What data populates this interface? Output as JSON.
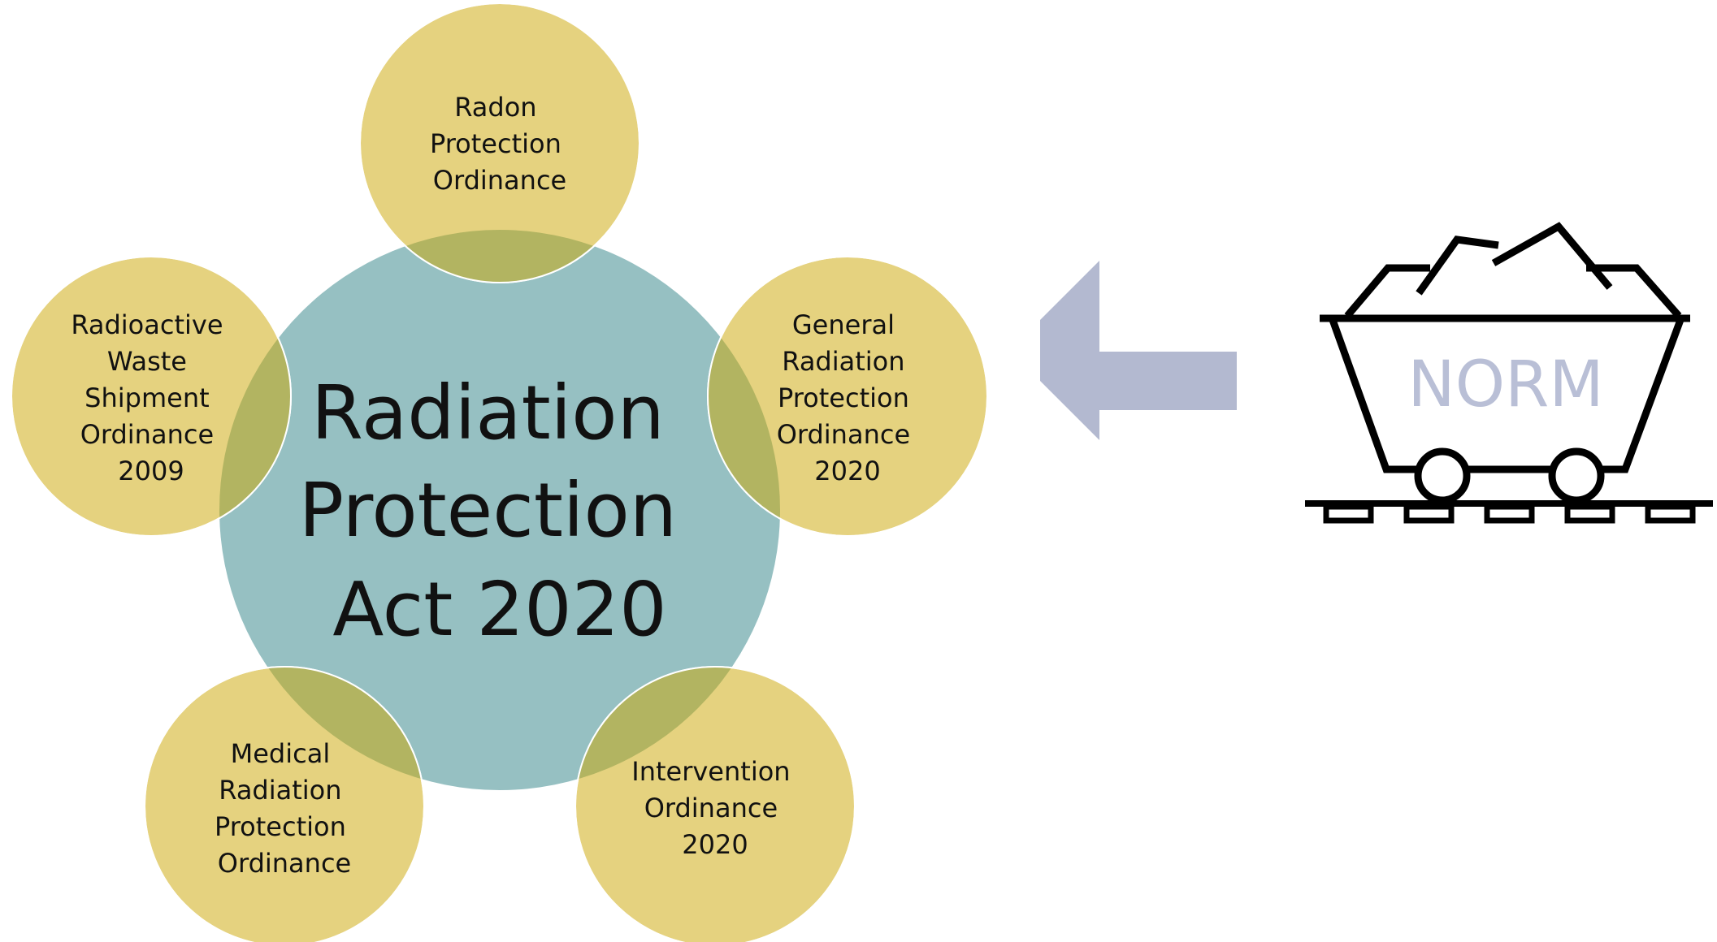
{
  "diagram": {
    "center": {
      "lines": [
        "Radiation",
        "Protection",
        "Act 2020"
      ]
    },
    "satellites": [
      {
        "id": "radon",
        "lines": [
          "Radon",
          "Protection",
          "Ordinance"
        ]
      },
      {
        "id": "general",
        "lines": [
          "General",
          "Radiation",
          "Protection",
          "Ordinance",
          "2020"
        ]
      },
      {
        "id": "intervention",
        "lines": [
          "Intervention",
          "Ordinance",
          "2020"
        ]
      },
      {
        "id": "medical",
        "lines": [
          "Medical",
          "Radiation",
          "Protection",
          "Ordinance"
        ]
      },
      {
        "id": "waste",
        "lines": [
          "Radioactive",
          "Waste",
          "Shipment",
          "Ordinance",
          "2009"
        ]
      }
    ],
    "norm_label": "NORM",
    "colors": {
      "center_fill": "#96c0c2",
      "satellite_fill": "#e5d27f",
      "overlap_fill": "#b2b461",
      "arrow_fill": "#b3b9d0",
      "norm_text": "#b9bfd6",
      "cart_stroke": "#000000"
    }
  }
}
